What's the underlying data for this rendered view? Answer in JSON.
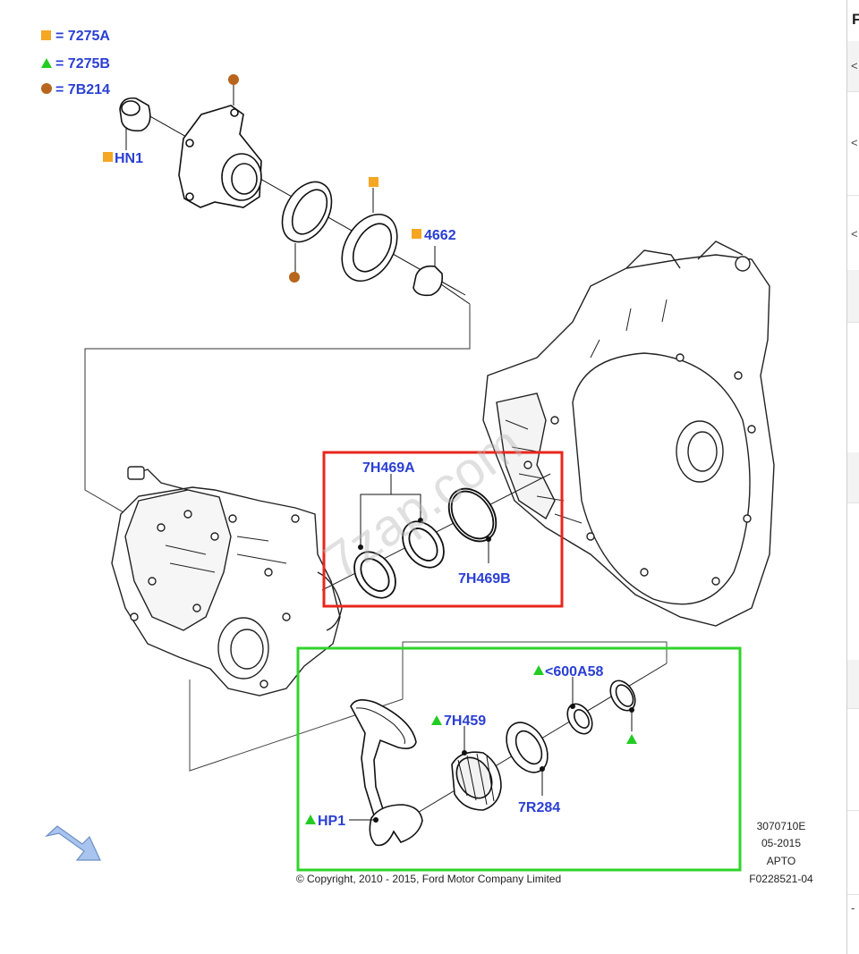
{
  "legend": [
    {
      "symbol": "square",
      "color": "#f5a623",
      "text": "= 7275A"
    },
    {
      "symbol": "triangle",
      "color": "#22cc22",
      "text": "= 7275B"
    },
    {
      "symbol": "circle",
      "color": "#b8651d",
      "text": "= 7B214"
    }
  ],
  "parts": {
    "hn1": "HN1",
    "p4662": "4662",
    "p7h469a": "7H469A",
    "p7h469b": "7H469B",
    "p600a58": "<600A58",
    "p7h459": "7H459",
    "p7r284": "7R284",
    "hp1": "HP1"
  },
  "colors": {
    "label": "#2a3fd4",
    "highlight_red": "#e8261c",
    "highlight_green": "#2fd42a",
    "marker_square": "#f5a623",
    "marker_triangle": "#22cc22",
    "marker_circle": "#b8651d",
    "arrow_fill": "#a9c4ee"
  },
  "watermark": "7zap.com",
  "drawing_info": [
    "3070710E",
    "05-2015",
    "APTO",
    "F0228521-04"
  ],
  "copyright": "© Copyright, 2010 - 2015, Ford Motor Company Limited",
  "side_panel": {
    "header": "F",
    "rows": [
      "<",
      "<",
      "<",
      "",
      "",
      "",
      "",
      "",
      "",
      "",
      "-"
    ]
  },
  "icons": [
    "navigation-arrow-icon"
  ]
}
